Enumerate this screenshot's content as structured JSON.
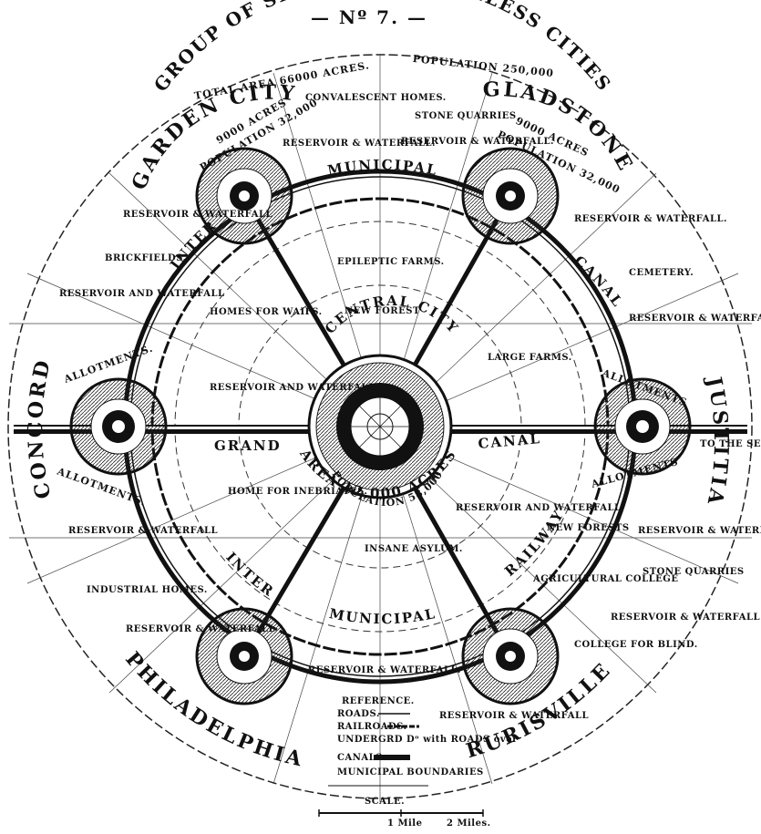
{
  "header": {
    "number": "— Nº 7. —",
    "title": "GROUP OF SLUMLESS SMOKELESS CITIES",
    "subtitle_left": "TOTAL AREA 66000 ACRES.",
    "subtitle_right": "POPULATION 250,000"
  },
  "cities": {
    "central": {
      "name": "CENTRAL CITY",
      "area": "AREA 12,000 ACRES",
      "population": "POPULATION 58,000"
    },
    "garden_city": {
      "name": "GARDEN CITY",
      "acres": "9000 ACRES",
      "population": "POPULATION 32,000"
    },
    "gladstone": {
      "name": "GLADSTONE",
      "acres": "9000 ACRES",
      "population": "POPULATION 32,000"
    },
    "concord": {
      "name": "CONCORD"
    },
    "justitia": {
      "name": "JUSTITIA"
    },
    "philadelphia": {
      "name": "PHILADELPHIA"
    },
    "rurisville": {
      "name": "RURISVILLE"
    }
  },
  "ring_labels": {
    "inter": "INTER",
    "municipal": "MUNICIPAL",
    "railway": "RAILWAY",
    "canal": "CANAL",
    "grand": "GRAND",
    "canal_h": "CANAL"
  },
  "labels": {
    "convalescent": "CONVALESCENT HOMES.",
    "stone_quarries_top": "STONE QUARRIES",
    "reservoir_1": "RESERVOIR & WATERFALL.",
    "reservoir_2": "RESERVOIR & WATERFALL.",
    "reservoir_3": "RESERVOIR & WATERFALL",
    "reservoir_4": "RESERVOIR & WATERFALL.",
    "reservoir_5": "RESERVOIR AND WATERFALL",
    "reservoir_6": "RESERVOIR & WATERFALL",
    "reservoir_7": "RESERVOIR & WATERFALL",
    "reservoir_8": "RESERVOIR & WATERFALL",
    "reservoir_9": "RESERVOIR AND WATERFALL.",
    "reservoir_10": "RESERVOIR AND WATERFALL",
    "reservoir_11": "RESERVOIR & WATERFALL",
    "reservoir_12": "RESERVOIR & WATERFALL",
    "reservoir_13": "RESERVOIR & WATERFALL.",
    "reservoir_14": "RESERVOIR & WATERFALL",
    "brickfields": "BRICKFIELDS.",
    "cemetery": "CEMETERY.",
    "epileptic": "EPILEPTIC FARMS.",
    "new_forest": "NEW FOREST",
    "homes_waifs": "HOMES FOR WAIFS.",
    "large_farms": "LARGE FARMS.",
    "allotments_l": "ALLOTMENTS.",
    "allotments_l2": "ALLOTMENTS.",
    "allotments_r": "ALLOTMENTS",
    "allotments_r2": "ALLOTMENTS",
    "to_the_sea": "TO THE SEA",
    "home_inebriates": "HOME FOR INEBRIATES.",
    "insane_asylum": "INSANE ASYLUM.",
    "new_forests": "NEW FORESTS",
    "agricultural_college": "AGRICULTURAL COLLEGE",
    "stone_quarries_right": "STONE QUARRIES",
    "industrial_homes": "INDUSTRIAL HOMES.",
    "college_blind": "COLLEGE FOR BLIND.",
    "reference": "REFERENCE.",
    "ref_roads": "ROADS.",
    "ref_railroads": "RAILROADS.",
    "ref_underground": "UNDERGRD Dᵒ with ROADS over",
    "ref_canals": "CANALS",
    "ref_municipal": "MUNICIPAL BOUNDARIES",
    "scale": "SCALE.",
    "scale_1": "1 Mile",
    "scale_2": "2 Miles."
  }
}
